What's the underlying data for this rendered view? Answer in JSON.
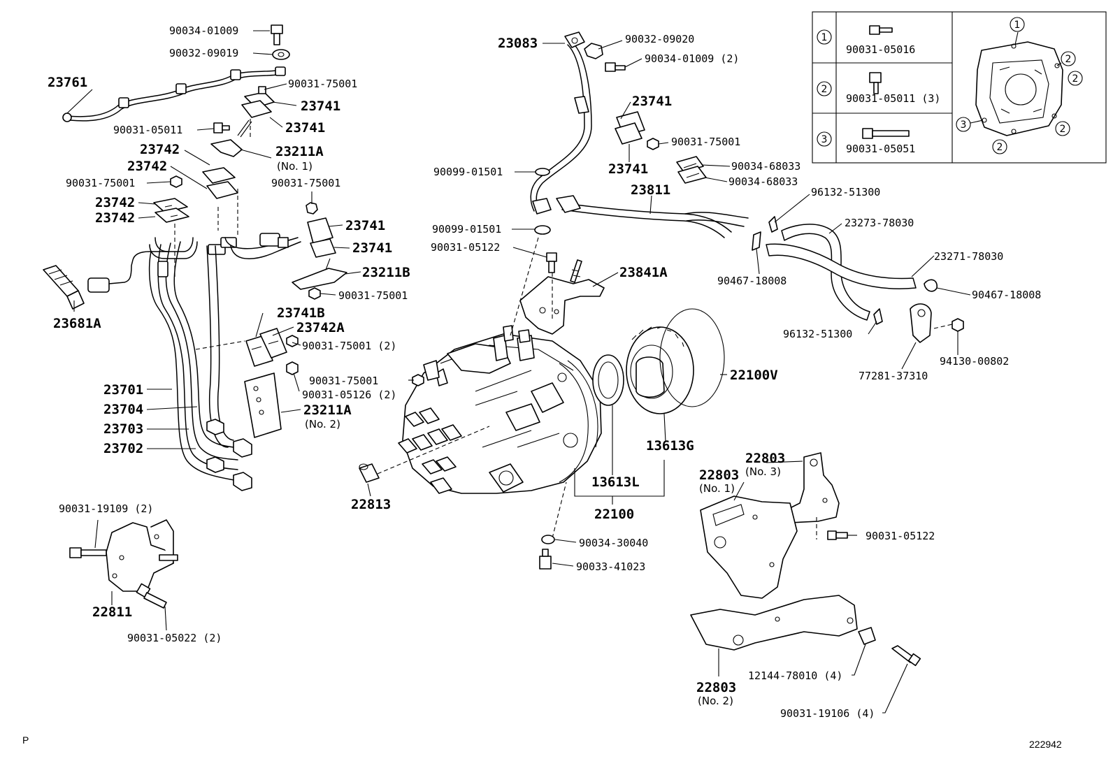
{
  "labels": {
    "p90034_01009_tl": "90034-01009",
    "p90032_09019": "90032-09019",
    "p23761": "23761",
    "p90031_75001_a": "90031-75001",
    "p23741_a": "23741",
    "p23741_b": "23741",
    "p90031_05011": "90031-05011",
    "p23742_a": "23742",
    "p23211A_1": "23211A",
    "p23211A_1_sub": "(No. 1)",
    "p23742_b": "23742",
    "p90031_75001_b": "90031-75001",
    "p90031_75001_c": "90031-75001",
    "p23742_c": "23742",
    "p23742_d": "23742",
    "p23741_c": "23741",
    "p23741_d": "23741",
    "p23211B": "23211B",
    "p23681A": "23681A",
    "p90031_75001_d": "90031-75001",
    "p23741B": "23741B",
    "p23742A": "23742A",
    "p90031_75001_2": "90031-75001 (2)",
    "p90031_75001_e": "90031-75001",
    "p90031_05126_2": "90031-05126 (2)",
    "p23701": "23701",
    "p23704": "23704",
    "p23211A_2": "23211A",
    "p23211A_2_sub": "(No. 2)",
    "p23703": "23703",
    "p23702": "23702",
    "p22813": "22813",
    "p90031_19109_2": "90031-19109 (2)",
    "p22811": "22811",
    "p90031_05022_2": "90031-05022 (2)",
    "p23083": "23083",
    "p90032_09020": "90032-09020",
    "p90034_01009_2": "90034-01009 (2)",
    "p23741_e": "23741",
    "p90031_75001_f": "90031-75001",
    "p23741_f": "23741",
    "p90099_01501_a": "90099-01501",
    "p90034_68033_a": "90034-68033",
    "p90034_68033_b": "90034-68033",
    "p23811": "23811",
    "p96132_51300_a": "96132-51300",
    "p23273_78030": "23273-78030",
    "p90099_01501_b": "90099-01501",
    "p90031_05122_a": "90031-05122",
    "p23271_78030": "23271-78030",
    "p90467_18008_a": "90467-18008",
    "p23841A": "23841A",
    "p90467_18008_b": "90467-18008",
    "p96132_51300_b": "96132-51300",
    "p94130_00802": "94130-00802",
    "p77281_37310": "77281-37310",
    "p22100V": "22100V",
    "p13613G": "13613G",
    "p13613L": "13613L",
    "p22100": "22100",
    "p22803_3": "22803",
    "p22803_3_sub": "(No. 3)",
    "p22803_1": "22803",
    "p22803_1_sub": "(No. 1)",
    "p90031_05122_b": "90031-05122",
    "p90034_30040": "90034-30040",
    "p90033_41023": "90033-41023",
    "p22803_2": "22803",
    "p22803_2_sub": "(No. 2)",
    "p12144_78010_4": "12144-78010 (4)",
    "p90031_19106_4": "90031-19106 (4)"
  },
  "key_table": {
    "rows": [
      {
        "num": "1",
        "part": "90031-05016"
      },
      {
        "num": "2",
        "part": "90031-05011 (3)"
      },
      {
        "num": "3",
        "part": "90031-05051"
      }
    ],
    "cover_callouts": [
      "1",
      "2",
      "2",
      "2",
      "2",
      "3"
    ]
  },
  "corner": {
    "left_mark": "P",
    "diagram_id": "222942"
  }
}
